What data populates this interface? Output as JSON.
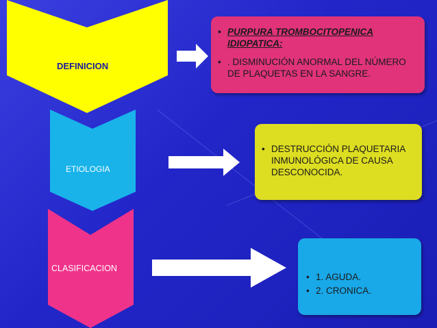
{
  "steps": [
    {
      "label": "DEFINICION",
      "chevron_color": "#ffff00",
      "label_color": "#1a1aa0",
      "box_color": "#e0337a",
      "items": [
        {
          "text": "PURPURA TROMBOCITOPENICA IDIOPATICA:"
        },
        {
          "text": ". DISMINUCIÓN ANORMAL DEL NÚMERO DE PLAQUETAS EN LA SANGRE."
        }
      ]
    },
    {
      "label": "ETIOLOGIA",
      "chevron_color": "#19b3ea",
      "label_color": "#ffffff",
      "box_color": "#dddd22",
      "items": [
        {
          "text": "DESTRUCCIÓN PLAQUETARIA INMUNOLÓGICA DE CAUSA DESCONOCIDA."
        }
      ]
    },
    {
      "label": "CLASIFICACION",
      "chevron_color": "#f0338a",
      "label_color": "#ffffff",
      "box_color": "#19a8e8",
      "items": [
        {
          "text": "1. AGUDA."
        },
        {
          "text": "2. CRONICA."
        }
      ]
    }
  ],
  "colors": {
    "background": "#2a2ed0",
    "arrow": "#ffffff"
  }
}
